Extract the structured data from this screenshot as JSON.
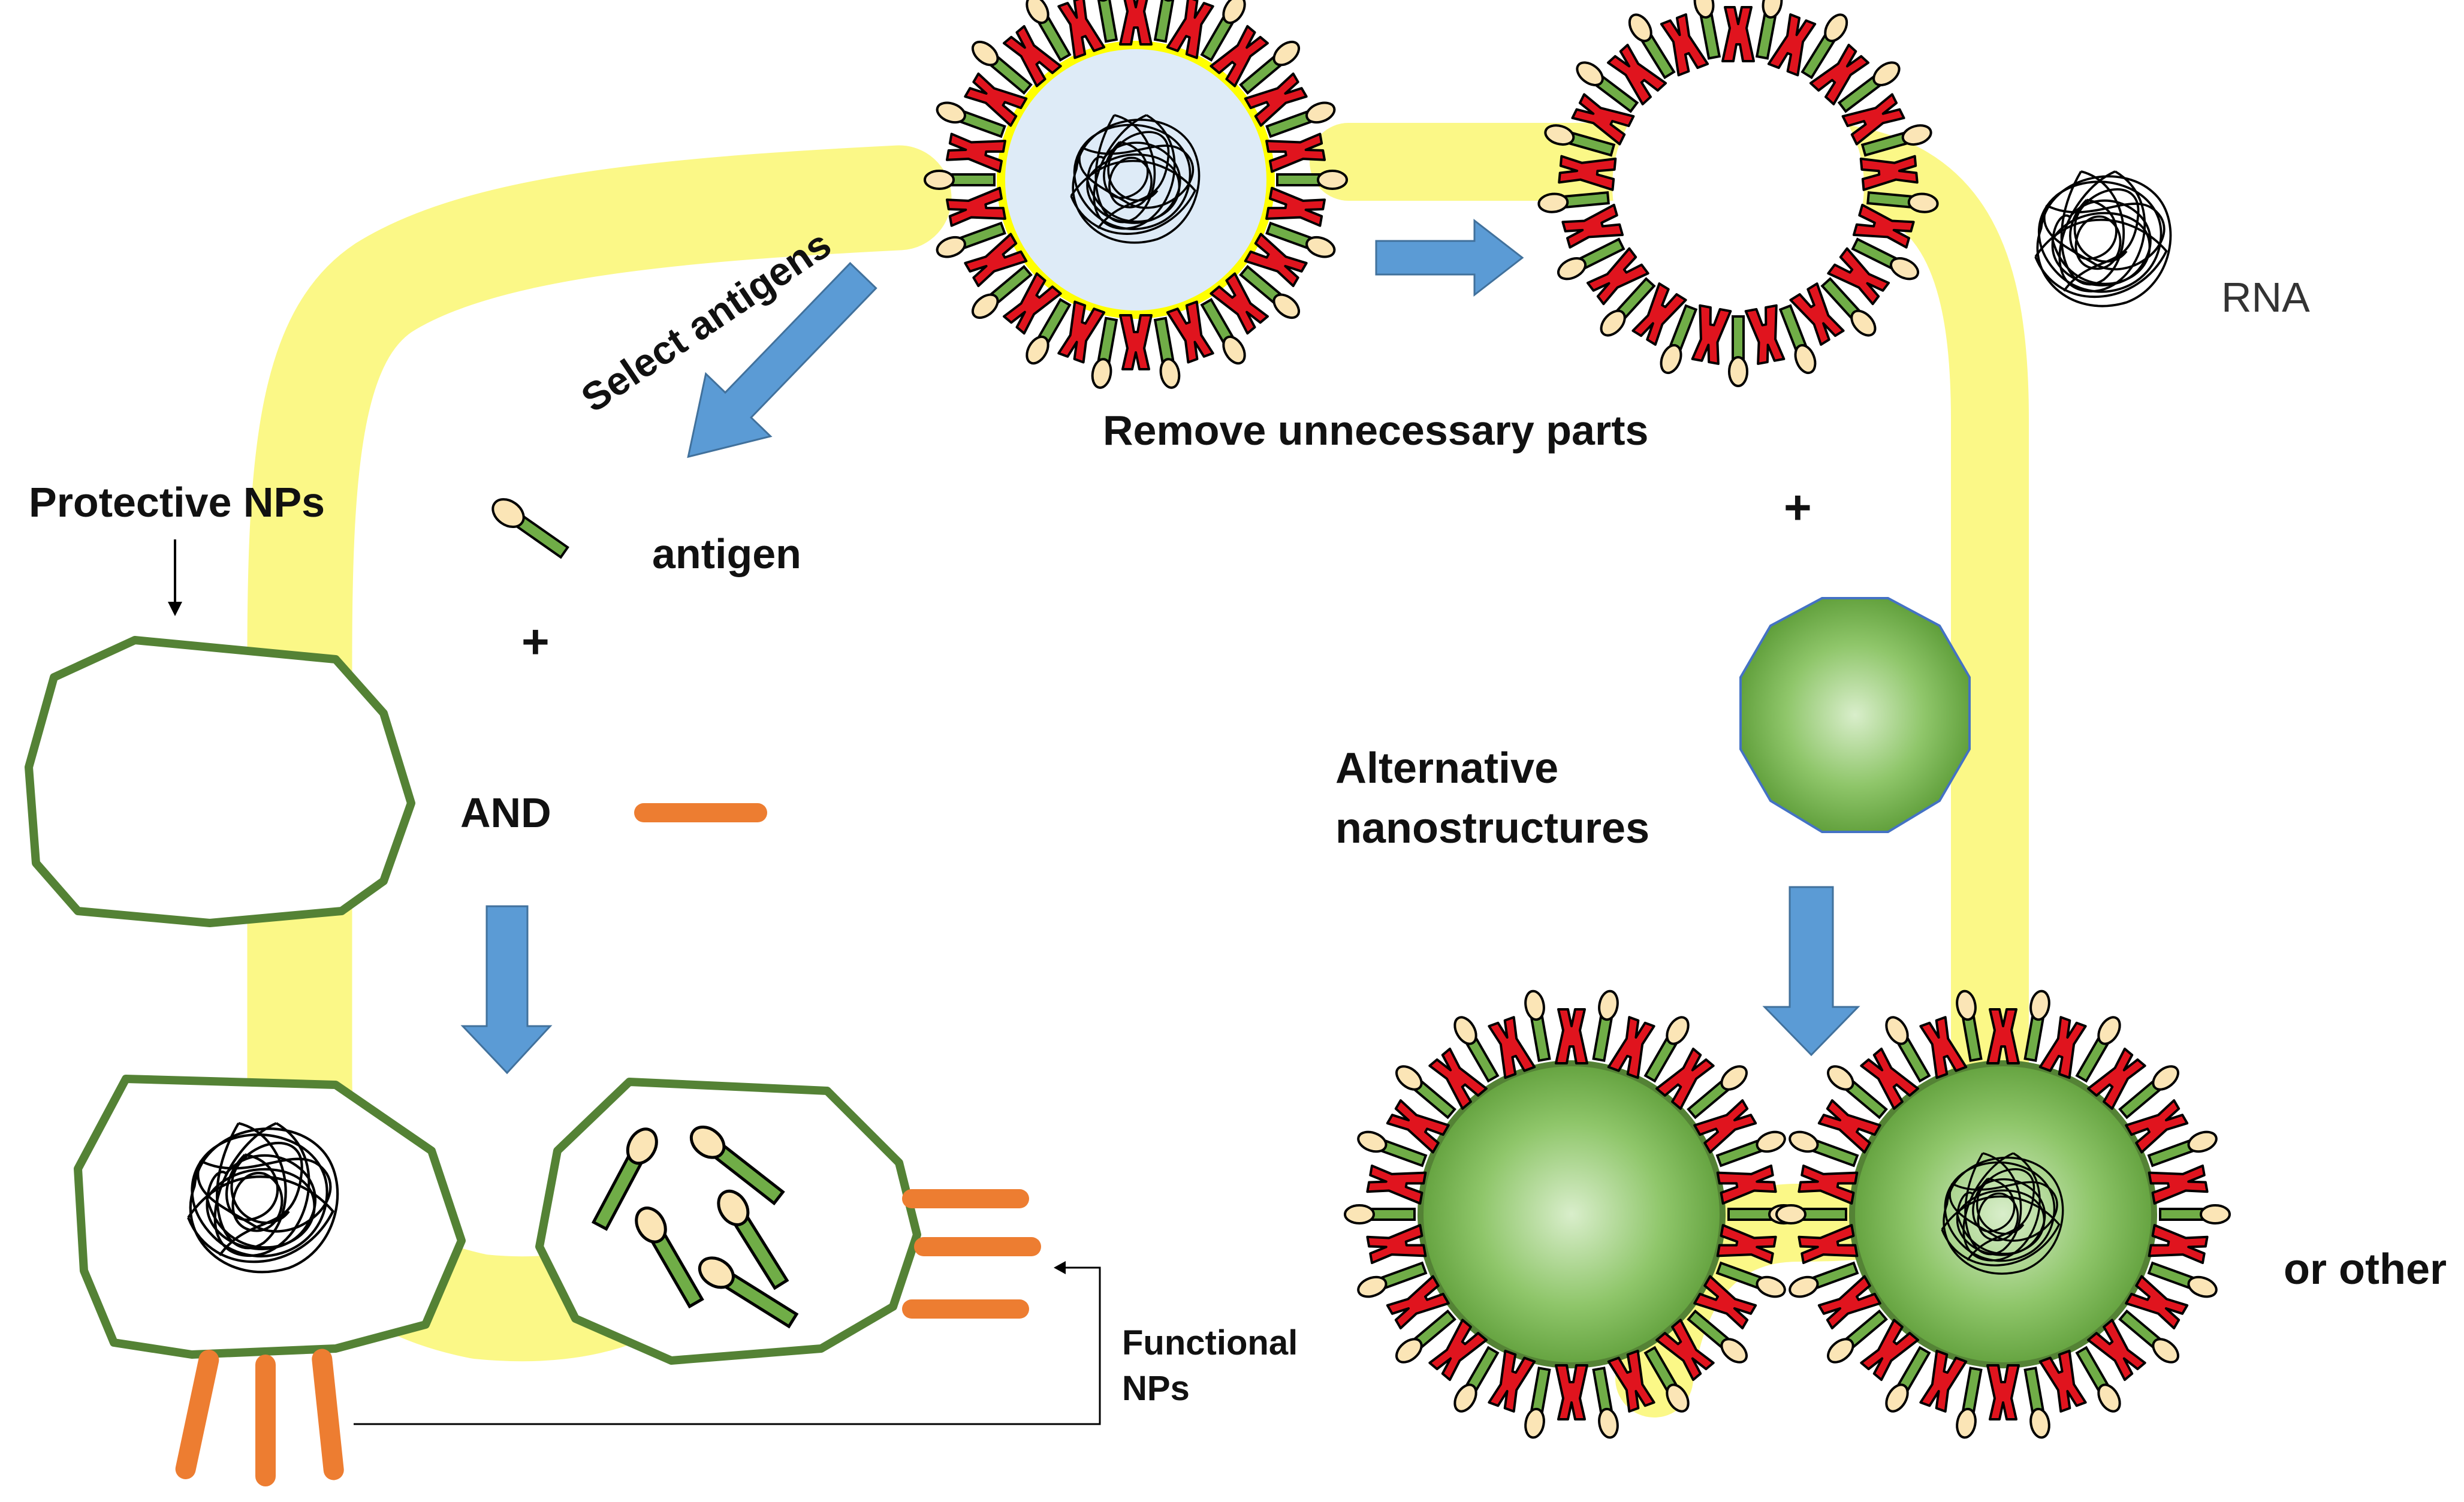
{
  "labels": {
    "select_antigens": "Select antigens",
    "remove_parts": "Remove unnecessary parts",
    "rna": "RNA",
    "protective_nps": "Protective NPs",
    "antigen": "antigen",
    "plus_left": "+",
    "and": "AND",
    "plus_right": "+",
    "alternative_line1": "Alternative",
    "alternative_line2": "nanostructures",
    "or_other": "or other",
    "functional_line1": "Functional",
    "functional_line2": "NPs"
  },
  "colors": {
    "pathway_yellow": "#fbf77a",
    "arrow_blue": "#5b9bd5",
    "np_outline_green": "#548235",
    "particle_green": "#70ad47",
    "spike_red": "#e0141e",
    "antigen_stem_green": "#70ad47",
    "antigen_head_tan": "#fbe5b6",
    "capsid_light_blue": "#deebf7",
    "rod_orange": "#ed7d31",
    "membrane_yellow": "#ffff00"
  }
}
